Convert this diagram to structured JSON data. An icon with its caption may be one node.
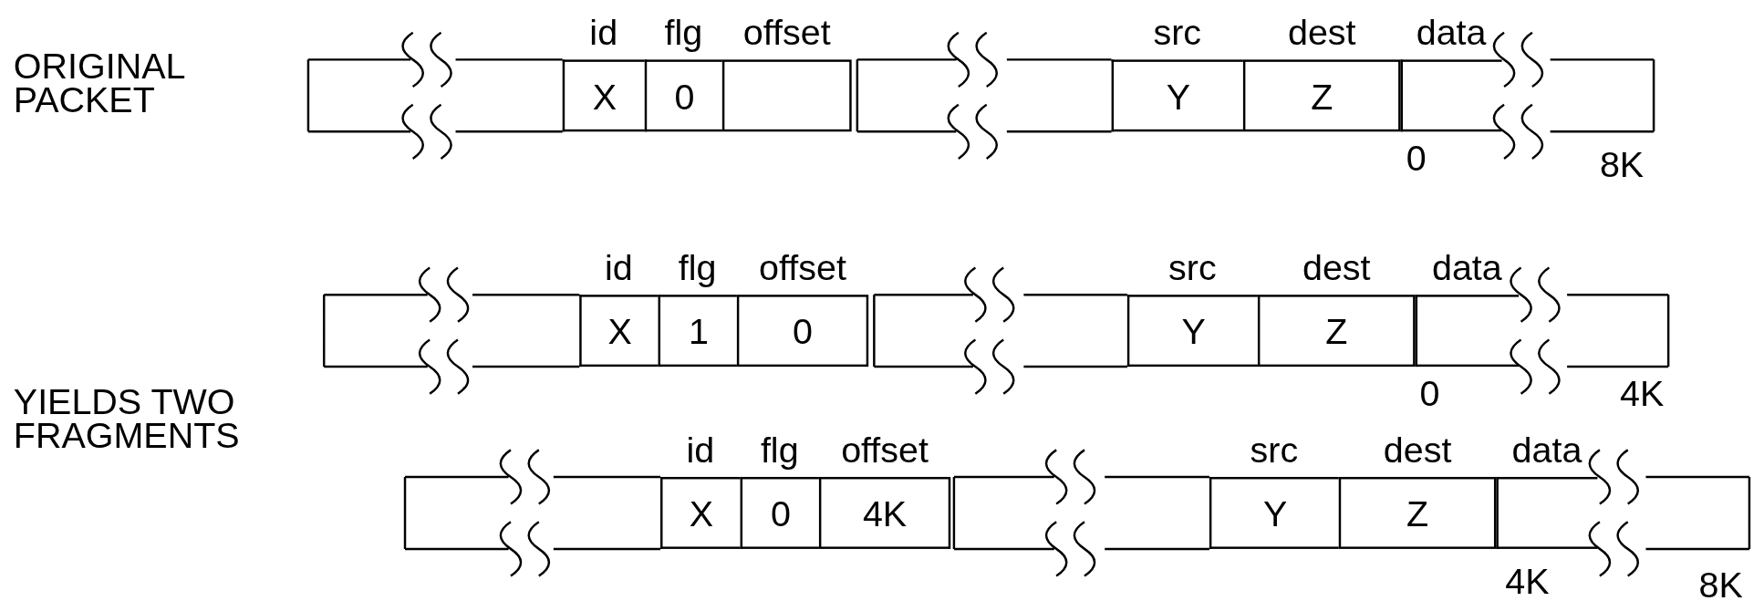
{
  "diagram": {
    "nodes": [
      {
        "text": [
          "id",
          "X"
        ]
      },
      {
        "text": [
          "flg",
          "0"
        ]
      },
      {
        "text": [
          "offset"
        ]
      },
      {
        "text": [
          "src",
          "Y"
        ]
      },
      {
        "text": [
          "dest",
          "Z"
        ]
      },
      {
        "text": [
          "data"
        ]
      },
      {
        "text": [
          "id",
          "X"
        ]
      },
      {
        "text": [
          "flg",
          "1"
        ]
      },
      {
        "text": [
          "offset",
          "0"
        ]
      },
      {
        "text": [
          "src",
          "Y"
        ]
      },
      {
        "text": [
          "dest",
          "Z"
        ]
      },
      {
        "text": [
          "data"
        ]
      },
      {
        "text": [
          "id",
          "X"
        ]
      },
      {
        "text": [
          "flg",
          "0"
        ]
      },
      {
        "text": [
          "offset",
          "4K"
        ]
      },
      {
        "text": [
          "src",
          "Y"
        ]
      },
      {
        "text": [
          "dest",
          "Z"
        ]
      },
      {
        "text": [
          "data"
        ]
      }
    ],
    "edges": [],
    "labels": [
      "ORIGINAL PACKET",
      "0",
      "8K",
      "YIELDS TWO FRAGMENTS",
      "0",
      "4K",
      "4K",
      "8K"
    ]
  }
}
